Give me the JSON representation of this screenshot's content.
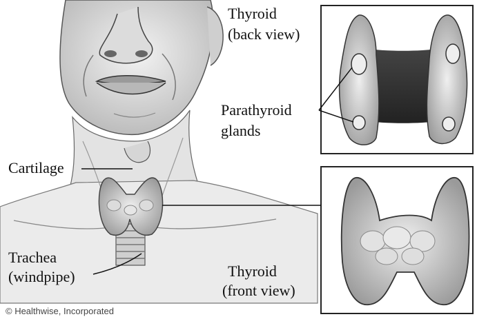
{
  "labels": {
    "thyroid_back_line1": "Thyroid",
    "thyroid_back_line2": "(back view)",
    "parathyroid_line1": "Parathyroid",
    "parathyroid_line2": "glands",
    "cartilage": "Cartilage",
    "trachea_line1": "Trachea",
    "trachea_line2": "(windpipe)",
    "thyroid_front_line1": "Thyroid",
    "thyroid_front_line2": "(front view)"
  },
  "credit": "© Healthwise, Incorporated"
}
